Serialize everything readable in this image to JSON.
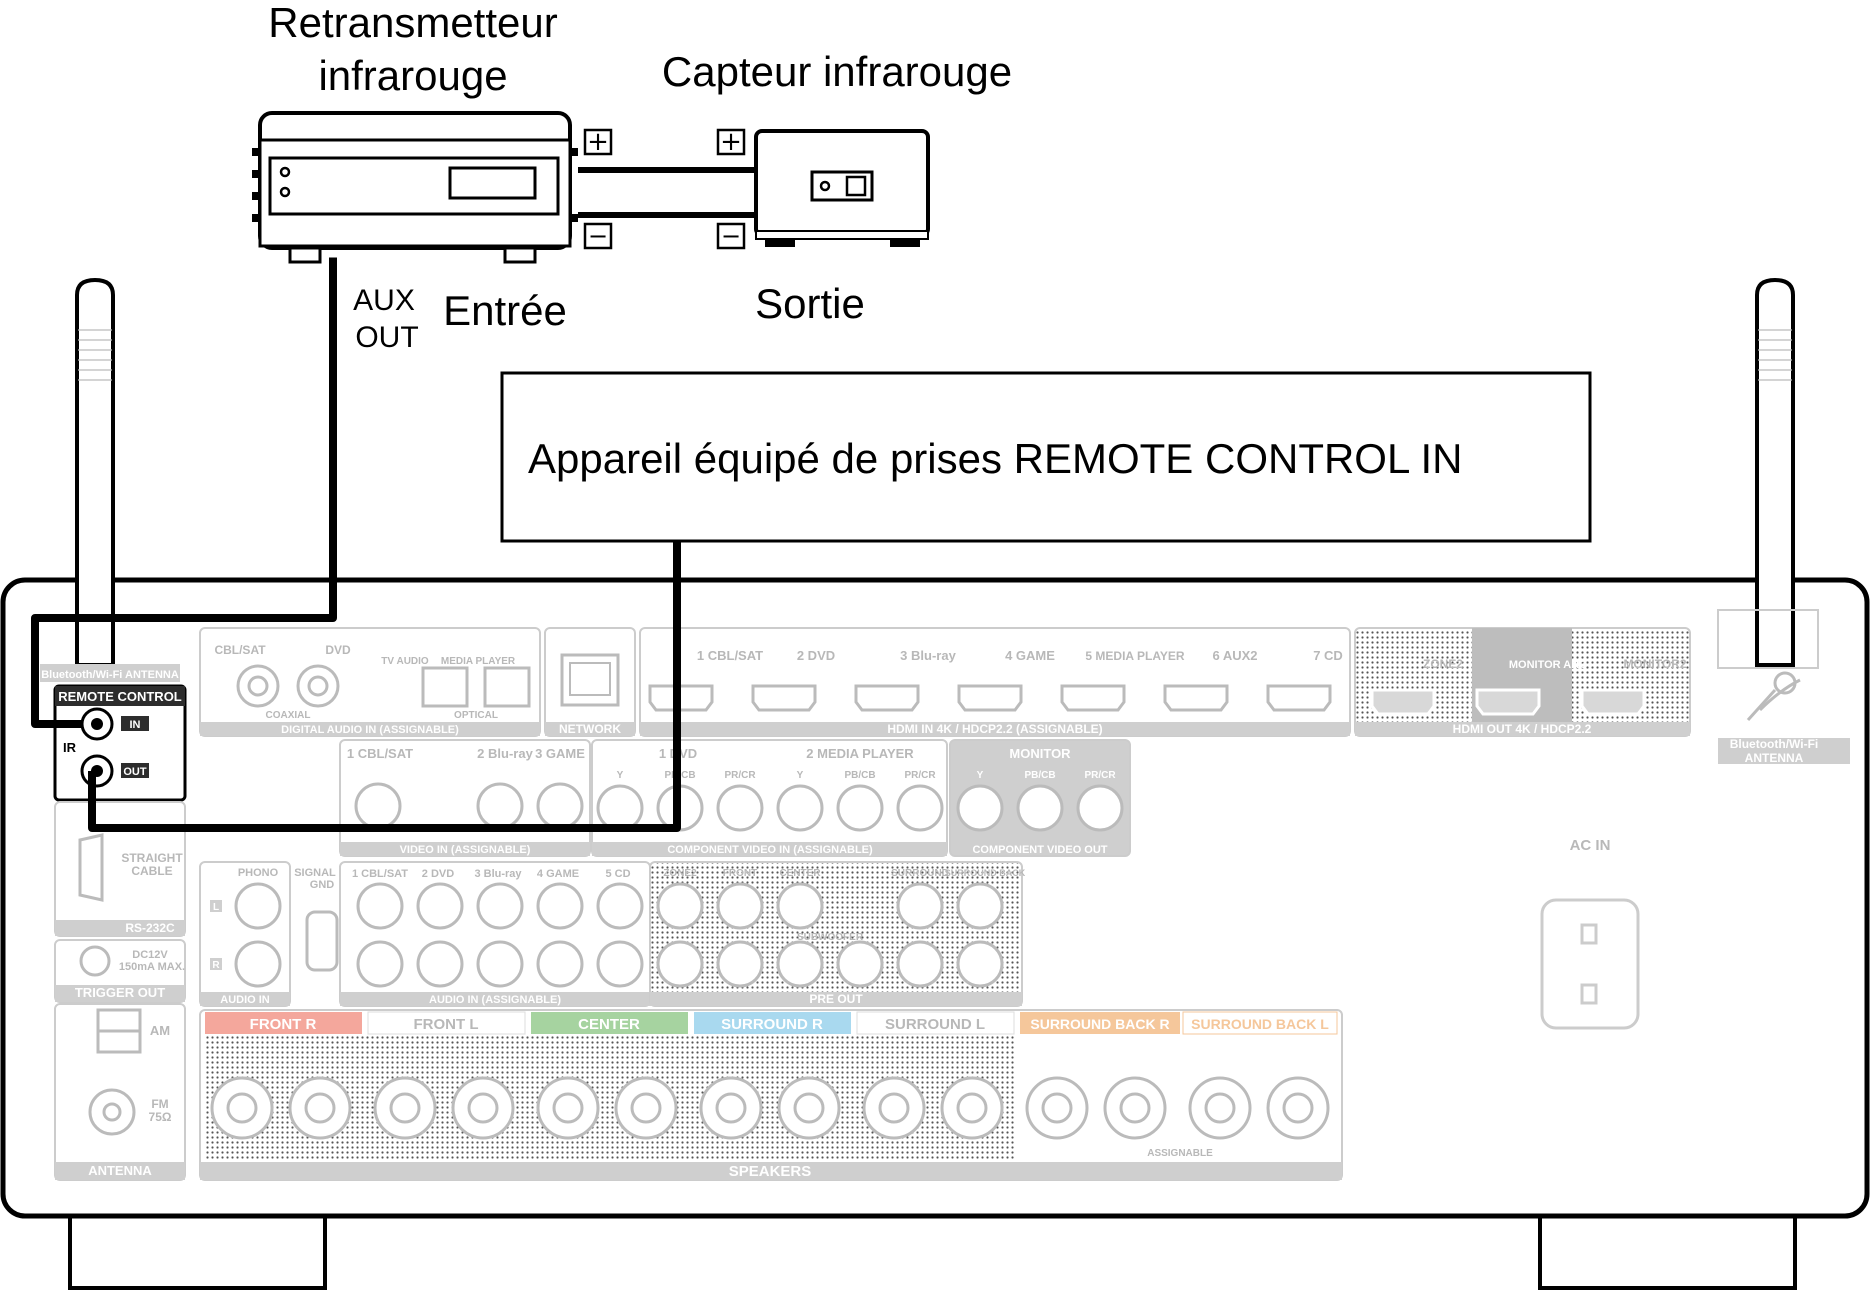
{
  "labels": {
    "relay_line1": "Retransmetteur",
    "relay_line2": "infrarouge",
    "sensor": "Capteur infrarouge",
    "aux_out_1": "AUX",
    "aux_out_2": "OUT",
    "input": "Entrée",
    "output": "Sortie",
    "device_box": "Appareil équipé de prises REMOTE CONTROL IN"
  },
  "polarity": {
    "plus": "+",
    "minus": "−"
  },
  "receiver": {
    "bt_antenna_left": "Bluetooth/Wi-Fi ANTENNA",
    "bt_antenna_right_1": "Bluetooth/Wi-Fi",
    "bt_antenna_right_2": "ANTENNA",
    "remote_control": "REMOTE CONTROL",
    "ir": "IR",
    "jack_in": "IN",
    "jack_out": "OUT",
    "digital_audio": {
      "inputs": [
        "CBL/SAT",
        "DVD",
        "TV AUDIO",
        "MEDIA PLAYER"
      ],
      "coaxial": "COAXIAL",
      "optical": "OPTICAL",
      "footer": "DIGITAL AUDIO  IN  (ASSIGNABLE)"
    },
    "network": "NETWORK",
    "hdmi_in": {
      "inputs": [
        "1 CBL/SAT",
        "2 DVD",
        "3 Blu-ray",
        "4 GAME",
        "5 MEDIA PLAYER",
        "6 AUX2",
        "7 CD"
      ],
      "footer": "HDMI  IN  4K / HDCP2.2  (ASSIGNABLE)"
    },
    "hdmi_out": {
      "outputs": [
        "ZONE2",
        "MONITOR ARC",
        "MONITOR2"
      ],
      "footer": "HDMI  OUT  4K / HDCP2.2"
    },
    "video": {
      "inputs": [
        "1 CBL/SAT",
        "2 Blu-ray",
        "3 GAME"
      ],
      "footer": "VIDEO  IN  (ASSIGNABLE)"
    },
    "component_in": {
      "groups": [
        "1 DVD",
        "2 MEDIA PLAYER"
      ],
      "channels": [
        "Y",
        "PB/CB",
        "PR/CR"
      ],
      "footer": "COMPONENT VIDEO  IN  (ASSIGNABLE)"
    },
    "component_out": {
      "title": "MONITOR",
      "footer": "COMPONENT VIDEO  OUT"
    },
    "rs232c": {
      "note_1": "STRAIGHT",
      "note_2": "CABLE",
      "label": "RS-232C"
    },
    "trigger": {
      "spec_1": "DC12V",
      "spec_2": "150mA MAX.",
      "label": "TRIGGER OUT"
    },
    "antenna": {
      "am": "AM",
      "fm_1": "FM",
      "fm_2": "75Ω",
      "label": "ANTENNA"
    },
    "audio_in": {
      "phono": "PHONO",
      "signal_gnd_1": "SIGNAL",
      "signal_gnd_2": "GND",
      "phono_footer": "AUDIO  IN",
      "inputs": [
        "1 CBL/SAT",
        "2 DVD",
        "3 Blu-ray",
        "4 GAME",
        "5 CD"
      ],
      "footer": "AUDIO  IN  (ASSIGNABLE)",
      "l": "L",
      "r": "R"
    },
    "pre_out": {
      "labels": [
        "ZONE2",
        "FRONT",
        "CENTER",
        "SURROUND",
        "SURROUND BACK"
      ],
      "subwoofer": "SUBWOOFER",
      "footer": "PRE OUT"
    },
    "ac_in": "AC IN",
    "speakers": {
      "channels": [
        "FRONT R",
        "FRONT L",
        "CENTER",
        "SURROUND R",
        "SURROUND L",
        "SURROUND BACK R",
        "SURROUND BACK L"
      ],
      "assignable": "ASSIGNABLE",
      "footer": "SPEAKERS"
    }
  },
  "colors": {
    "front": "#f4a79c",
    "center": "#a6d3a0",
    "surround": "#a9d9ef",
    "surround_back": "#f5c79b",
    "panel_grey": "#cfcfcf",
    "dark_panel": "#2d2d2d"
  }
}
